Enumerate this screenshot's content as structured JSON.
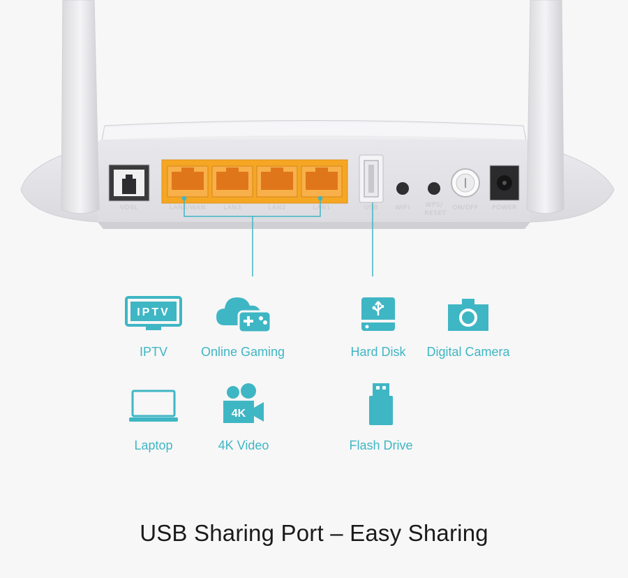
{
  "router": {
    "ports": {
      "vdsl": "VDSL",
      "lan4": "LAN4/WAN",
      "lan3": "LAN3",
      "lan2": "LAN2",
      "lan1": "LAN1",
      "usb": "USB",
      "wifi": "WIFI",
      "wps_line1": "WPS/",
      "wps_line2": "RESET",
      "onoff": "ON/OFF",
      "power": "POWER"
    }
  },
  "devices": {
    "iptv": {
      "label": "IPTV",
      "screen_text": "IPTV",
      "icon": "tv-icon"
    },
    "gaming": {
      "label": "Online Gaming",
      "icon": "cloud-gamepad-icon"
    },
    "hard_disk": {
      "label": "Hard Disk",
      "icon": "hard-disk-icon"
    },
    "camera": {
      "label": "Digital Camera",
      "icon": "camera-icon"
    },
    "laptop": {
      "label": "Laptop",
      "icon": "laptop-icon"
    },
    "video": {
      "label": "4K Video",
      "badge_text": "4K",
      "icon": "video-camera-icon"
    },
    "flash": {
      "label": "Flash Drive",
      "icon": "flash-drive-icon"
    }
  },
  "headline": "USB Sharing Port – Easy Sharing",
  "colors": {
    "accent": "#3fb6c4",
    "lan_port": "#f5a623",
    "router_body": "#e4e4e8",
    "headline": "#1a1a1a"
  }
}
